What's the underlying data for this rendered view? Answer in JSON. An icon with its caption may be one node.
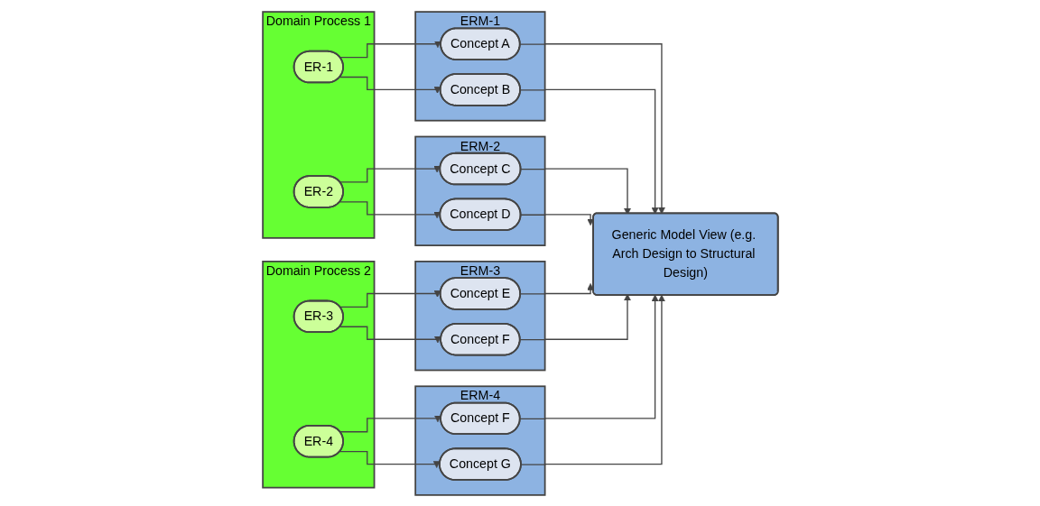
{
  "diagram": {
    "nodes": [
      {
        "text": [
          "Domain Process 1"
        ]
      },
      {
        "text": [
          "ER-1"
        ],
        "in": 0
      },
      {
        "text": [
          "ER-2"
        ],
        "in": 0
      },
      {
        "text": [
          "Domain Process 2"
        ]
      },
      {
        "text": [
          "ER-3"
        ],
        "in": 3
      },
      {
        "text": [
          "ER-4"
        ],
        "in": 3
      },
      {
        "text": [
          "ERM-1"
        ]
      },
      {
        "text": [
          "Concept A"
        ],
        "in": 6
      },
      {
        "text": [
          "Concept B"
        ],
        "in": 6
      },
      {
        "text": [
          "ERM-2"
        ]
      },
      {
        "text": [
          "Concept C"
        ],
        "in": 9
      },
      {
        "text": [
          "Concept D"
        ],
        "in": 9
      },
      {
        "text": [
          "ERM-3"
        ]
      },
      {
        "text": [
          "Concept E"
        ],
        "in": 12
      },
      {
        "text": [
          "Concept F"
        ],
        "in": 12
      },
      {
        "text": [
          "ERM-4"
        ]
      },
      {
        "text": [
          "Concept F"
        ],
        "in": 15
      },
      {
        "text": [
          "Concept G"
        ],
        "in": 15
      },
      {
        "text": [
          "Generic Model View (e.g. Arch Design to Structural Design)"
        ]
      }
    ],
    "edges": [
      {
        "from": 1,
        "to": 7,
        "arrow": "to"
      },
      {
        "from": 1,
        "to": 8,
        "arrow": "to"
      },
      {
        "from": 2,
        "to": 10,
        "arrow": "to"
      },
      {
        "from": 2,
        "to": 11,
        "arrow": "to"
      },
      {
        "from": 4,
        "to": 13,
        "arrow": "to"
      },
      {
        "from": 4,
        "to": 14,
        "arrow": "to"
      },
      {
        "from": 5,
        "to": 16,
        "arrow": "to"
      },
      {
        "from": 5,
        "to": 17,
        "arrow": "to"
      },
      {
        "from": 7,
        "to": 18,
        "arrow": "to"
      },
      {
        "from": 8,
        "to": 18,
        "arrow": "to"
      },
      {
        "from": 10,
        "to": 18,
        "arrow": "to"
      },
      {
        "from": 11,
        "to": 18,
        "arrow": "to"
      },
      {
        "from": 13,
        "to": 18,
        "arrow": "to"
      },
      {
        "from": 14,
        "to": 18,
        "arrow": "to"
      },
      {
        "from": 16,
        "to": 18,
        "arrow": "to"
      },
      {
        "from": 17,
        "to": 18,
        "arrow": "to"
      }
    ]
  }
}
